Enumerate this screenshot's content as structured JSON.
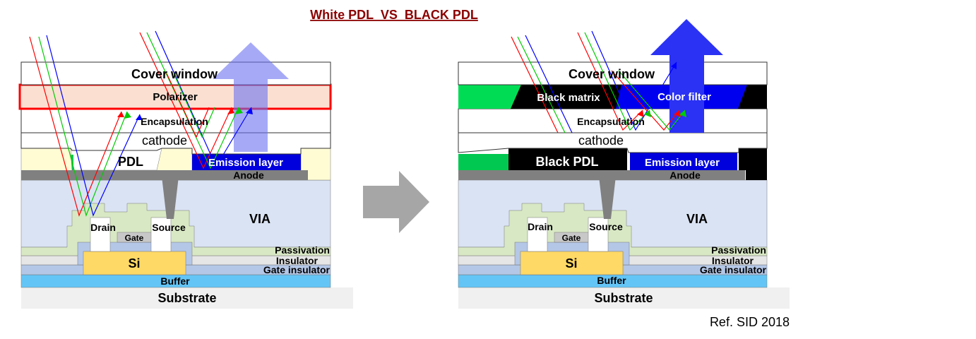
{
  "title": "White PDL  VS  BLACK PDL",
  "reference": "Ref. SID 2018",
  "colors": {
    "title": "#8b0000",
    "cover": "#ffffff",
    "polarizer": "#fbe0d2",
    "polarizer_border": "#ff0000",
    "white_pdl": "#fffcd4",
    "black": "#000000",
    "green_subpixel": "#00c850",
    "emission": "#0000dd",
    "anode": "#808080",
    "via": "#dae3f3",
    "passivation": "#d8e8c4",
    "insulator": "#e6e6e6",
    "gate_insulator": "#b4c7e7",
    "si": "#ffd966",
    "buffer": "#63c5f6",
    "substrate": "#f0f0f0",
    "gate": "#c8c8c8",
    "arrow_light": "#8f95f4",
    "arrow_strong": "#2b32f3",
    "center_arrow": "#a6a6a6",
    "ray_red": "#ff0000",
    "ray_green": "#00cc00",
    "ray_blue": "#0000ff"
  },
  "left": {
    "cover_window": "Cover window",
    "polarizer": "Polarizer",
    "encapsulation": "Encapsulation",
    "cathode": "cathode",
    "pdl": "PDL",
    "emission_layer": "Emission layer",
    "anode": "Anode",
    "via": "VIA",
    "drain": "Drain",
    "source": "Source",
    "gate": "Gate",
    "passivation": "Passivation",
    "insulator": "Insulator",
    "gate_insulator": "Gate insulator",
    "si": "Si",
    "buffer": "Buffer",
    "substrate": "Substrate"
  },
  "right": {
    "cover_window": "Cover window",
    "black_matrix": "Black matrix",
    "color_filter": "Color filter",
    "encapsulation": "Encapsulation",
    "cathode": "cathode",
    "black_pdl": "Black PDL",
    "emission_layer": "Emission layer",
    "anode": "Anode",
    "via": "VIA",
    "drain": "Drain",
    "source": "Source",
    "gate": "Gate",
    "passivation": "Passivation",
    "insulator": "Insulator",
    "gate_insulator": "Gate insulator",
    "si": "Si",
    "buffer": "Buffer",
    "substrate": "Substrate"
  }
}
